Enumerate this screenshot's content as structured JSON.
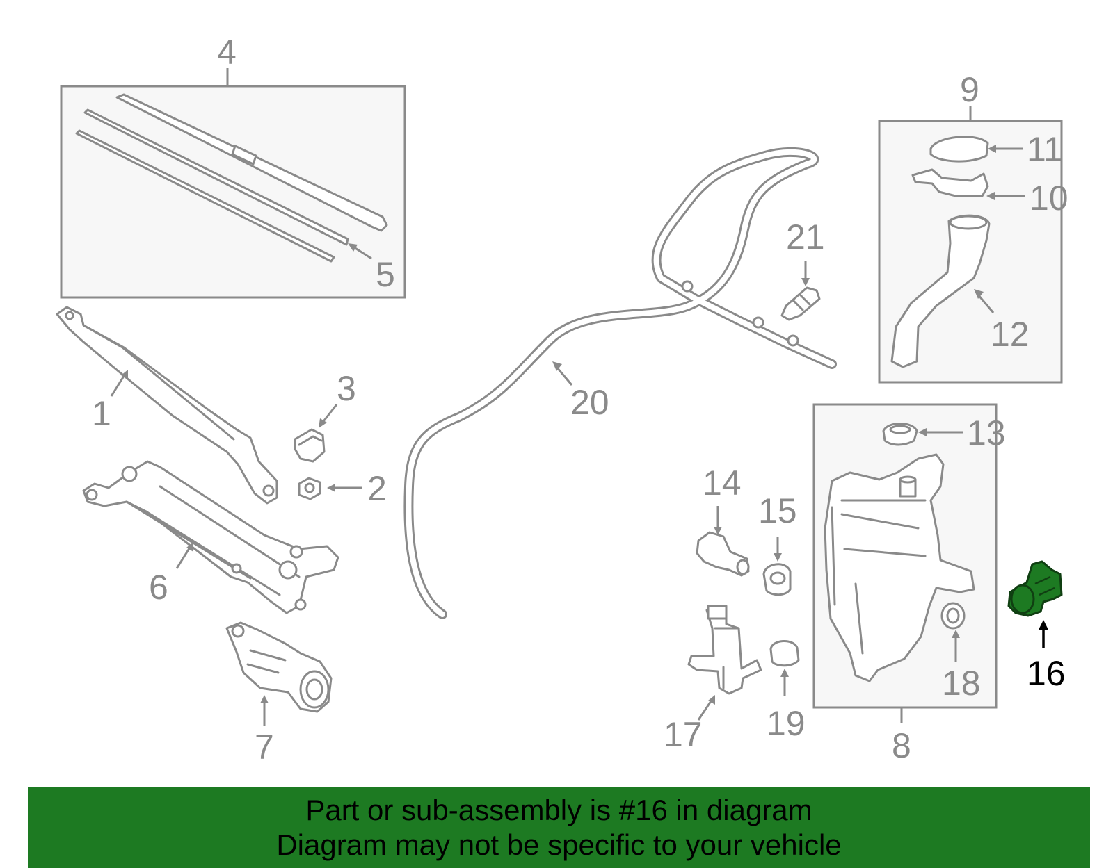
{
  "diagram": {
    "highlight_color": "#1d7a22",
    "line_color": "#8a8a8a",
    "labels": {
      "l1": "1",
      "l2": "2",
      "l3": "3",
      "l4": "4",
      "l5": "5",
      "l6": "6",
      "l7": "7",
      "l8": "8",
      "l9": "9",
      "l10": "10",
      "l11": "11",
      "l12": "12",
      "l13": "13",
      "l14": "14",
      "l15": "15",
      "l16": "16",
      "l17": "17",
      "l18": "18",
      "l19": "19",
      "l20": "20",
      "l21": "21"
    }
  },
  "banner": {
    "line1": "Part or sub-assembly is #16 in diagram",
    "line2": "Diagram may not be specific to your vehicle",
    "background": "#1d7a22"
  }
}
